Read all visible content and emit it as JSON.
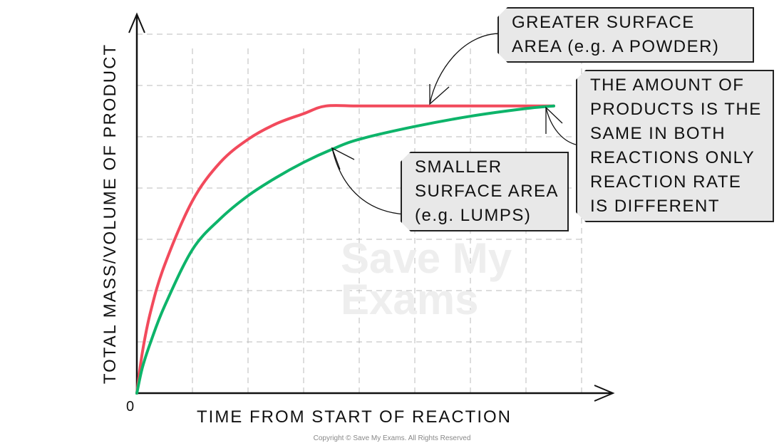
{
  "chart_data": {
    "type": "line",
    "title": "",
    "xlabel": "TIME FROM START OF REACTION",
    "ylabel": "TOTAL MASS/VOLUME OF PRODUCT",
    "origin_label": "0",
    "grid": true,
    "axis_ticks_labeled": false,
    "series": [
      {
        "color": "#f24a5c",
        "x": [
          0,
          0.1,
          0.25,
          0.5,
          1,
          1.5,
          2,
          2.5,
          3,
          3.4,
          4,
          5,
          6,
          7,
          7.5
        ],
        "y": [
          0,
          0.8,
          1.6,
          2.5,
          3.75,
          4.5,
          4.95,
          5.25,
          5.45,
          5.6,
          5.6,
          5.6,
          5.6,
          5.6,
          5.6
        ]
      },
      {
        "color": "#0db46a",
        "x": [
          0,
          0.1,
          0.25,
          0.5,
          1,
          1.5,
          2,
          2.5,
          3,
          3.5,
          4,
          5,
          6,
          7,
          7.5
        ],
        "y": [
          0,
          0.5,
          1.0,
          1.7,
          2.8,
          3.4,
          3.85,
          4.2,
          4.5,
          4.75,
          4.95,
          5.2,
          5.4,
          5.55,
          5.6
        ]
      }
    ],
    "xlim": [
      0,
      8.5
    ],
    "ylim": [
      0,
      7.2
    ]
  },
  "annotations": {
    "greater": [
      "GREATER  SURFACE",
      "AREA  (e.g.  A  POWDER)"
    ],
    "smaller": [
      "SMALLER",
      "SURFACE  AREA",
      "(e.g.  LUMPS)"
    ],
    "same": [
      "THE  AMOUNT  OF",
      "PRODUCTS  IS  THE",
      "SAME  IN  BOTH",
      "REACTIONS  ONLY",
      "REACTION  RATE",
      "IS  DIFFERENT"
    ]
  },
  "watermark": [
    "Save My",
    "Exams"
  ],
  "copyright": "Copyright © Save My Exams. All Rights Reserved"
}
